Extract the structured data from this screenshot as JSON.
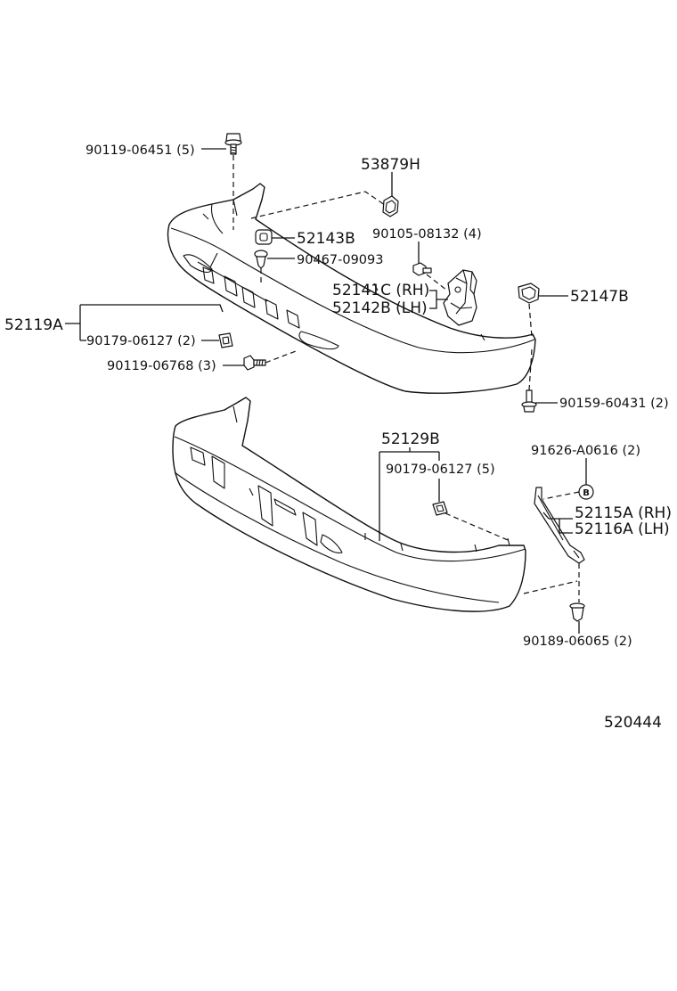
{
  "callouts": {
    "upper_bolt": "90119-06451 (5)",
    "top_retainer": "53879H",
    "retainer_52143b": "52143B",
    "bolt_90105": "90105-08132 (4)",
    "pin_90467": "90467-09093",
    "bracket_rh": "52141C (RH)",
    "bracket_lh": "52142B (LH)",
    "retainer_52147b": "52147B",
    "upper_bumper": "52119A",
    "upper_clip": "90179-06127 (2)",
    "lower_left_bolt": "90119-06768 (3)",
    "right_bolt": "90159-60431 (2)",
    "lower_bumper": "52129B",
    "stay_rivet": "91626-A0616 (2)",
    "lower_nut": "90179-06127 (5)",
    "stay_rh": "52115A (RH)",
    "stay_lh": "52116A (LH)",
    "lower_clip": "90189-06065 (2)",
    "rivet_marker": "B"
  },
  "figure_number": "520444"
}
